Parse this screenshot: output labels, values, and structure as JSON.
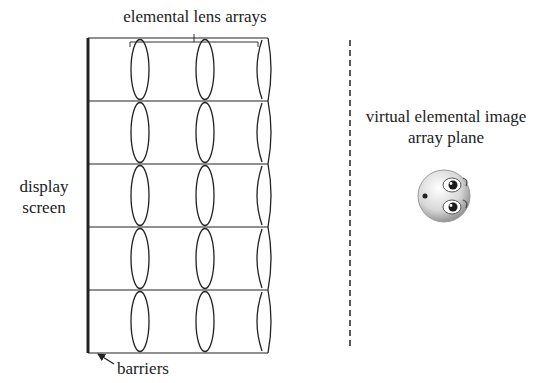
{
  "diagram": {
    "labels": [
      "elemental lens arrays",
      "display screen",
      "barriers",
      "virtual elemental image array plane"
    ]
  }
}
